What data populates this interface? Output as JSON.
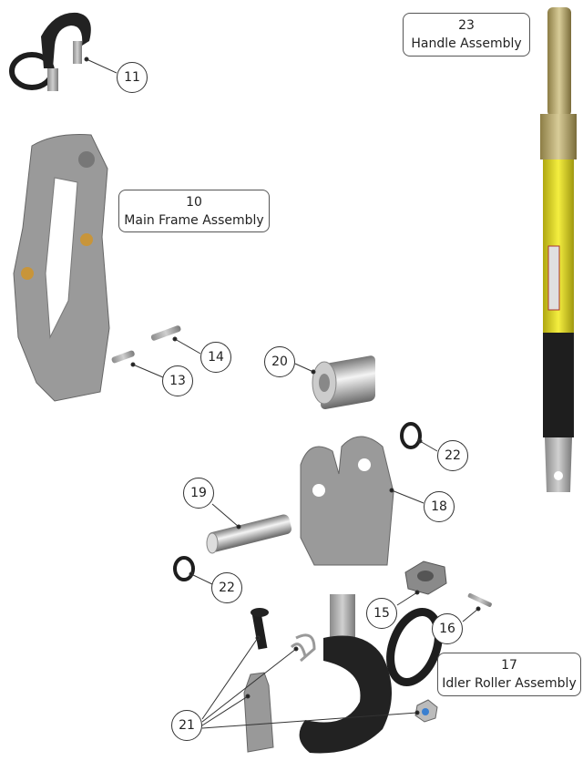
{
  "callouts": [
    {
      "number": "11"
    },
    {
      "number": "14"
    },
    {
      "number": "13"
    },
    {
      "number": "20"
    },
    {
      "number": "22"
    },
    {
      "number": "19"
    },
    {
      "number": "18"
    },
    {
      "number": "22"
    },
    {
      "number": "15"
    },
    {
      "number": "16"
    },
    {
      "number": "21"
    }
  ],
  "labels": {
    "handle": {
      "number": "23",
      "name": "Handle Assembly"
    },
    "frame": {
      "number": "10",
      "name": "Main Frame Assembly"
    },
    "idler": {
      "number": "17",
      "name": "Idler Roller Assembly"
    }
  },
  "colors": {
    "handle_yellow": "#e8e020",
    "brass": "#b8a86a",
    "steel": "#9a9a9a",
    "black": "#1e1e1e"
  }
}
